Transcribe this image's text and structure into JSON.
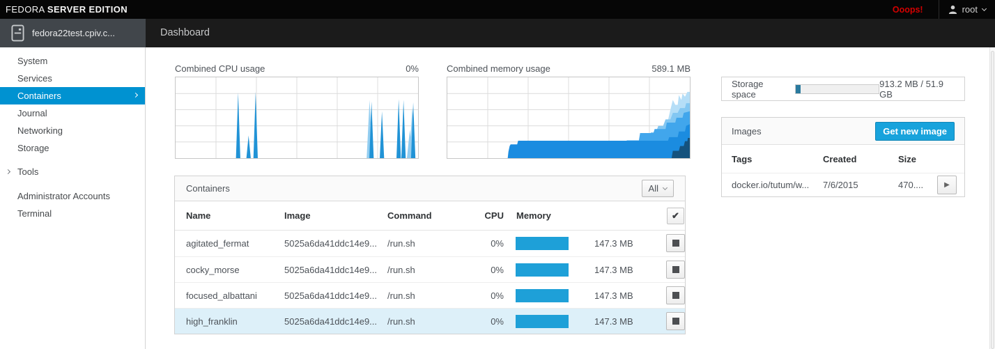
{
  "topbar": {
    "brand_regular": "FEDORA",
    "brand_bold": "SERVER EDITION",
    "alert_label": "Ooops!",
    "alert_color": "#d40000",
    "user_name": "root"
  },
  "header": {
    "machine_name": "fedora22test.cpiv.c...",
    "page_title": "Dashboard"
  },
  "sidebar": {
    "active_color": "#0092d1",
    "items": [
      {
        "label": "System"
      },
      {
        "label": "Services"
      },
      {
        "label": "Containers",
        "active": true
      },
      {
        "label": "Journal"
      },
      {
        "label": "Networking"
      },
      {
        "label": "Storage"
      }
    ],
    "tools_item": {
      "label": "Tools",
      "collapsed": true
    },
    "bottom_items": [
      {
        "label": "Administrator Accounts"
      },
      {
        "label": "Terminal"
      }
    ]
  },
  "storage_panel": {
    "label": "Storage space",
    "usage_text": "913.2 MB / 51.9 GB",
    "fill_percent": 6,
    "fill_color": "#2a7a9e"
  },
  "images_panel": {
    "title": "Images",
    "button_label": "Get new image",
    "button_color": "#18a3dc",
    "columns": [
      "Tags",
      "Created",
      "Size"
    ],
    "rows": [
      {
        "tags": "docker.io/tutum/w...",
        "created": "7/6/2015",
        "size": "470....",
        "action": "play-icon"
      }
    ]
  },
  "containers_panel": {
    "title": "Containers",
    "filter_label": "All",
    "columns": [
      "Name",
      "Image",
      "Command",
      "CPU",
      "Memory"
    ],
    "memory_bar_color": "#1ea0d8",
    "selected_row_color": "#ddf0f9",
    "rows": [
      {
        "name": "agitated_fermat",
        "image": "5025a6da41ddc14e9...",
        "command": "/run.sh",
        "cpu": "0%",
        "memory": "147.3 MB",
        "selected": false
      },
      {
        "name": "cocky_morse",
        "image": "5025a6da41ddc14e9...",
        "command": "/run.sh",
        "cpu": "0%",
        "memory": "147.3 MB",
        "selected": false
      },
      {
        "name": "focused_albattani",
        "image": "5025a6da41ddc14e9...",
        "command": "/run.sh",
        "cpu": "0%",
        "memory": "147.3 MB",
        "selected": false
      },
      {
        "name": "high_franklin",
        "image": "5025a6da41ddc14e9...",
        "command": "/run.sh",
        "cpu": "0%",
        "memory": "147.3 MB",
        "selected": true
      }
    ]
  },
  "chart_data": [
    {
      "id": "cpu",
      "type": "area",
      "title": "Combined CPU usage",
      "current_value": "0%",
      "xlabel": "",
      "ylabel": "",
      "axis_note": "no tick labels shown; x = sliding time window (%), y = % of chart height",
      "grid": {
        "cols": 6,
        "rows": 5
      },
      "series": [
        {
          "name": "cpu-secondary",
          "kind": "spikes",
          "color": "#93cdf0",
          "spike_width": 1.2,
          "points": [
            [
              80.0,
              72
            ],
            [
              96.6,
              35
            ],
            [
              97.6,
              62
            ]
          ]
        },
        {
          "name": "cpu-primary",
          "kind": "spikes",
          "color": "#2193d6",
          "spike_width": 0.9,
          "points": [
            [
              25.8,
              81
            ],
            [
              30.1,
              28
            ],
            [
              33.0,
              82
            ],
            [
              80.8,
              70
            ],
            [
              85.1,
              58
            ],
            [
              92.0,
              73
            ],
            [
              94.0,
              72
            ],
            [
              98.0,
              69
            ]
          ]
        }
      ]
    },
    {
      "id": "memory",
      "type": "area",
      "title": "Combined memory usage",
      "current_value": "589.1 MB",
      "xlabel": "",
      "ylabel": "",
      "axis_note": "stacked per-container memory areas; x = sliding time window (%), y = % of chart height",
      "grid": {
        "cols": 6,
        "rows": 5
      },
      "series": [
        {
          "name": "mem-layer-top",
          "kind": "steps",
          "color": "#b5def7",
          "points": [
            [
              86,
              0
            ],
            [
              87,
              20
            ],
            [
              88,
              34
            ],
            [
              89,
              34
            ],
            [
              90,
              47
            ],
            [
              91,
              47
            ],
            [
              92,
              60
            ],
            [
              93,
              72
            ],
            [
              94,
              66
            ],
            [
              95,
              66
            ],
            [
              95.5,
              78
            ],
            [
              96.5,
              72
            ],
            [
              97,
              80
            ],
            [
              98,
              76
            ],
            [
              99,
              82
            ],
            [
              100,
              82
            ]
          ]
        },
        {
          "name": "mem-layer-3",
          "kind": "steps",
          "color": "#83c7f2",
          "points": [
            [
              79,
              0
            ],
            [
              80,
              26
            ],
            [
              83,
              26
            ],
            [
              84,
              32
            ],
            [
              86,
              32
            ],
            [
              87,
              40
            ],
            [
              89,
              40
            ],
            [
              90,
              48
            ],
            [
              92,
              48
            ],
            [
              93,
              56
            ],
            [
              95,
              56
            ],
            [
              96,
              62
            ],
            [
              98,
              62
            ],
            [
              98.5,
              68
            ],
            [
              100,
              68
            ]
          ]
        },
        {
          "name": "mem-layer-2",
          "kind": "steps",
          "color": "#41a6ec",
          "points": [
            [
              73.5,
              0
            ],
            [
              74,
              22
            ],
            [
              79,
              22
            ],
            [
              79.5,
              31
            ],
            [
              85,
              31
            ],
            [
              85.5,
              36
            ],
            [
              90,
              36
            ],
            [
              90.5,
              44
            ],
            [
              94,
              44
            ],
            [
              94.5,
              50
            ],
            [
              97,
              50
            ],
            [
              97.5,
              56
            ],
            [
              100,
              58
            ]
          ]
        },
        {
          "name": "mem-layer-main",
          "kind": "steps",
          "color": "#1b8ce0",
          "points": [
            [
              24.9,
              0
            ],
            [
              25.2,
              8
            ],
            [
              25.7,
              15
            ],
            [
              26.1,
              17
            ],
            [
              28.8,
              17
            ],
            [
              29.2,
              21.5
            ],
            [
              91,
              21.5
            ],
            [
              91.5,
              26
            ],
            [
              95,
              26
            ],
            [
              95.5,
              33
            ],
            [
              98,
              33
            ],
            [
              98.5,
              40
            ],
            [
              100,
              42
            ]
          ]
        },
        {
          "name": "mem-layer-front-dark",
          "kind": "steps",
          "color": "#15527d",
          "points": [
            [
              92.5,
              0
            ],
            [
              93,
              9
            ],
            [
              95.5,
              9
            ],
            [
              96,
              15
            ],
            [
              97.5,
              15
            ],
            [
              98,
              21
            ],
            [
              99,
              21
            ],
            [
              99.2,
              25
            ],
            [
              100,
              25
            ]
          ]
        }
      ]
    }
  ]
}
